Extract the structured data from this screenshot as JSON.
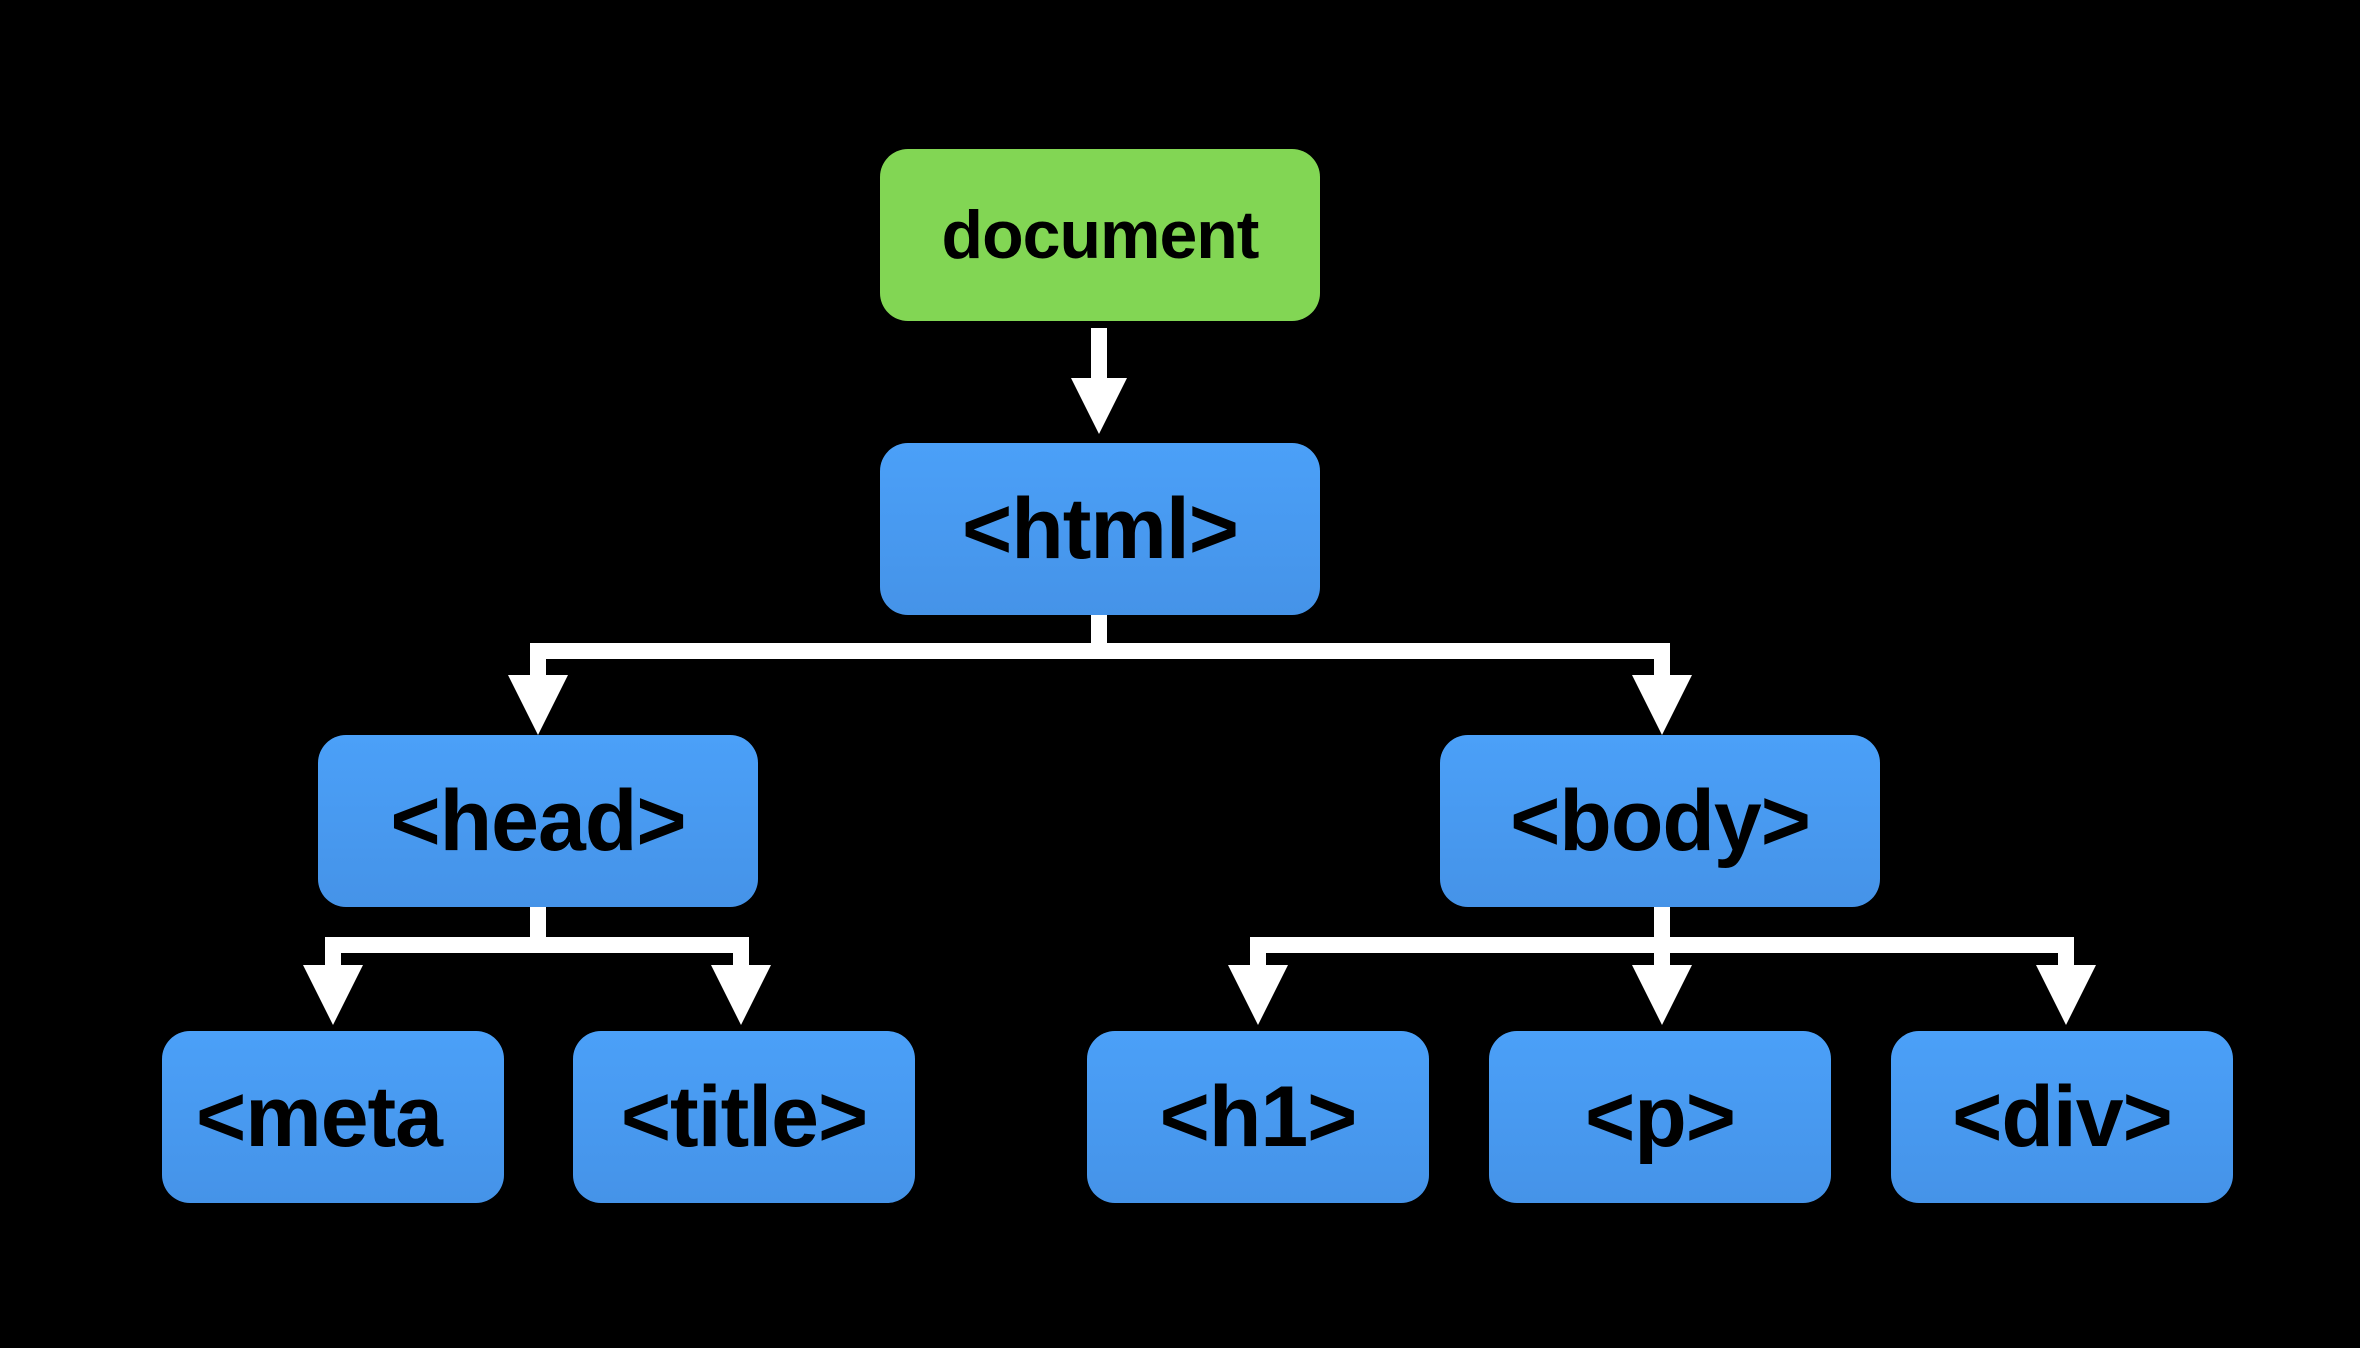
{
  "nodes": {
    "document": "document",
    "html": "<html>",
    "head": "<head>",
    "body": "<body>",
    "meta": "<meta",
    "title": "<title>",
    "h1": "<h1>",
    "p": "<p>",
    "div": "<div>"
  },
  "colors": {
    "background": "#000000",
    "root_node": "#82d654",
    "element_node": "#4a9cf5",
    "connector": "#ffffff",
    "text": "#000000"
  }
}
